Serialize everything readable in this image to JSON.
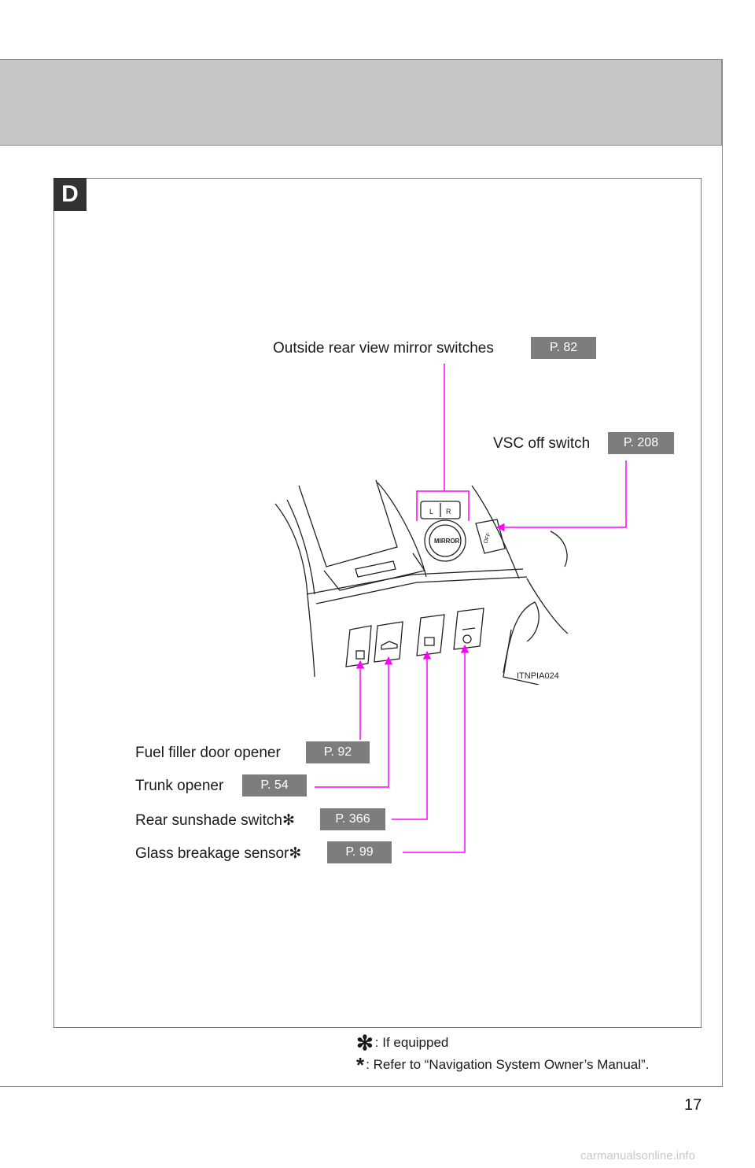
{
  "section": {
    "tab_letter": "D"
  },
  "callouts": {
    "mirror": {
      "label": "Outside rear view mirror switches",
      "ref": "P. 82"
    },
    "vsc": {
      "label": "VSC off switch",
      "ref": "P. 208"
    },
    "fuel": {
      "label": "Fuel filler door opener",
      "ref": "P. 92"
    },
    "trunk": {
      "label": "Trunk opener",
      "ref": "P. 54"
    },
    "sunshade": {
      "label": "Rear sunshade switch",
      "mark": "✻",
      "ref": "P. 366"
    },
    "glass": {
      "label": "Glass breakage sensor",
      "mark": "✻",
      "ref": "P. 99"
    }
  },
  "switch_markings": {
    "mirror_knob": "MIRROR",
    "mirror_left": "L",
    "mirror_right": "R",
    "vsc_button": "OFF"
  },
  "figure_id": "ITNPIA024",
  "footnotes": [
    {
      "mark": "✻",
      "text": ": If equipped"
    },
    {
      "mark": "*",
      "text": ": Refer to “Navigation System Owner’s Manual”."
    }
  ],
  "page_number": "17",
  "watermark": "carmanualsonline.info",
  "colors": {
    "leader_line": "#ff00ff",
    "ref_badge": "#7d7d7d",
    "header_band": "#c6c6c6"
  }
}
